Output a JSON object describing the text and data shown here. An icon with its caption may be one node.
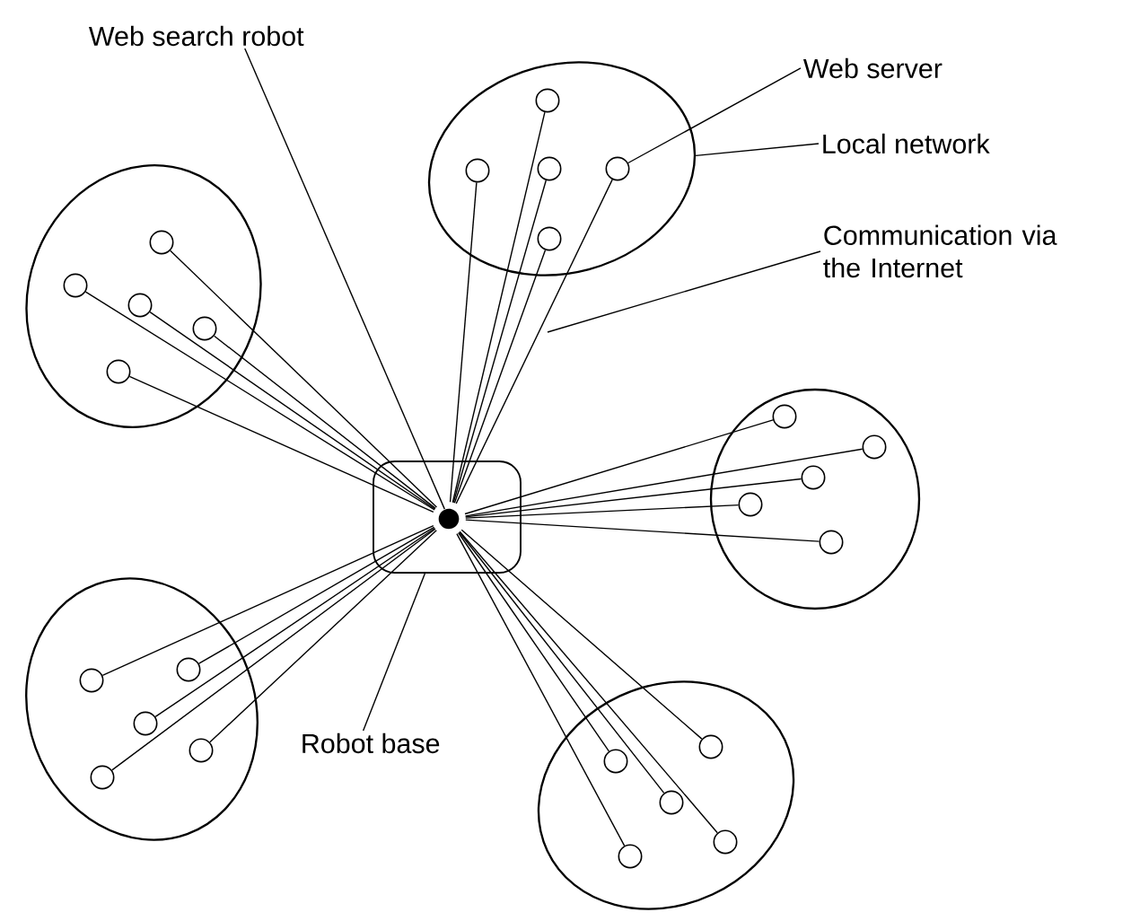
{
  "diagram": {
    "nodes": [
      {
        "text": [
          "Web search robot"
        ]
      },
      {
        "text": [
          "Web server"
        ]
      },
      {
        "text": [
          "Local network"
        ]
      },
      {
        "text": [
          "Communication via the Internet"
        ]
      },
      {
        "text": [
          "Robot base"
        ]
      },
      {
        "text": [],
        "shape": "box"
      },
      {
        "text": [],
        "shape": "circle",
        "in": 5
      },
      {
        "text": [],
        "shape": "ellipse"
      },
      {
        "text": [],
        "shape": "circle",
        "in": 7
      },
      {
        "text": [],
        "shape": "circle",
        "in": 7
      },
      {
        "text": [],
        "shape": "circle",
        "in": 7
      },
      {
        "text": [],
        "shape": "circle",
        "in": 7
      },
      {
        "text": [],
        "shape": "circle",
        "in": 7
      },
      {
        "text": [],
        "shape": "ellipse"
      },
      {
        "text": [],
        "shape": "circle",
        "in": 13
      },
      {
        "text": [],
        "shape": "circle",
        "in": 13
      },
      {
        "text": [],
        "shape": "circle",
        "in": 13
      },
      {
        "text": [],
        "shape": "circle",
        "in": 13
      },
      {
        "text": [],
        "shape": "circle",
        "in": 13
      },
      {
        "text": [],
        "shape": "ellipse"
      },
      {
        "text": [],
        "shape": "circle",
        "in": 19
      },
      {
        "text": [],
        "shape": "circle",
        "in": 19
      },
      {
        "text": [],
        "shape": "circle",
        "in": 19
      },
      {
        "text": [],
        "shape": "circle",
        "in": 19
      },
      {
        "text": [],
        "shape": "circle",
        "in": 19
      },
      {
        "text": [],
        "shape": "ellipse"
      },
      {
        "text": [],
        "shape": "circle",
        "in": 25
      },
      {
        "text": [],
        "shape": "circle",
        "in": 25
      },
      {
        "text": [],
        "shape": "circle",
        "in": 25
      },
      {
        "text": [],
        "shape": "circle",
        "in": 25
      },
      {
        "text": [],
        "shape": "circle",
        "in": 25
      },
      {
        "text": [],
        "shape": "ellipse"
      },
      {
        "text": [],
        "shape": "circle",
        "in": 31
      },
      {
        "text": [],
        "shape": "circle",
        "in": 31
      },
      {
        "text": [],
        "shape": "circle",
        "in": 31
      },
      {
        "text": [],
        "shape": "circle",
        "in": 31
      },
      {
        "text": [],
        "shape": "circle",
        "in": 31
      }
    ],
    "edges": [
      {
        "from": 0,
        "to": 6,
        "arrow": "none"
      },
      {
        "from": 1,
        "to": 11,
        "arrow": "none"
      },
      {
        "from": 2,
        "to": 7,
        "arrow": "none"
      },
      {
        "from": 3,
        "to": null,
        "arrow": "none"
      },
      {
        "from": 4,
        "to": 5,
        "arrow": "none"
      },
      {
        "from": 6,
        "to": 8,
        "arrow": "none"
      },
      {
        "from": 6,
        "to": 9,
        "arrow": "none"
      },
      {
        "from": 6,
        "to": 10,
        "arrow": "none"
      },
      {
        "from": 6,
        "to": 11,
        "arrow": "none"
      },
      {
        "from": 6,
        "to": 12,
        "arrow": "none"
      },
      {
        "from": 6,
        "to": 14,
        "arrow": "none"
      },
      {
        "from": 6,
        "to": 15,
        "arrow": "none"
      },
      {
        "from": 6,
        "to": 16,
        "arrow": "none"
      },
      {
        "from": 6,
        "to": 17,
        "arrow": "none"
      },
      {
        "from": 6,
        "to": 18,
        "arrow": "none"
      },
      {
        "from": 6,
        "to": 20,
        "arrow": "none"
      },
      {
        "from": 6,
        "to": 21,
        "arrow": "none"
      },
      {
        "from": 6,
        "to": 22,
        "arrow": "none"
      },
      {
        "from": 6,
        "to": 23,
        "arrow": "none"
      },
      {
        "from": 6,
        "to": 24,
        "arrow": "none"
      },
      {
        "from": 6,
        "to": 26,
        "arrow": "none"
      },
      {
        "from": 6,
        "to": 27,
        "arrow": "none"
      },
      {
        "from": 6,
        "to": 28,
        "arrow": "none"
      },
      {
        "from": 6,
        "to": 29,
        "arrow": "none"
      },
      {
        "from": 6,
        "to": 30,
        "arrow": "none"
      },
      {
        "from": 6,
        "to": 32,
        "arrow": "none"
      },
      {
        "from": 6,
        "to": 33,
        "arrow": "none"
      },
      {
        "from": 6,
        "to": 34,
        "arrow": "none"
      },
      {
        "from": 6,
        "to": 35,
        "arrow": "none"
      },
      {
        "from": 6,
        "to": 36,
        "arrow": "none"
      }
    ]
  }
}
